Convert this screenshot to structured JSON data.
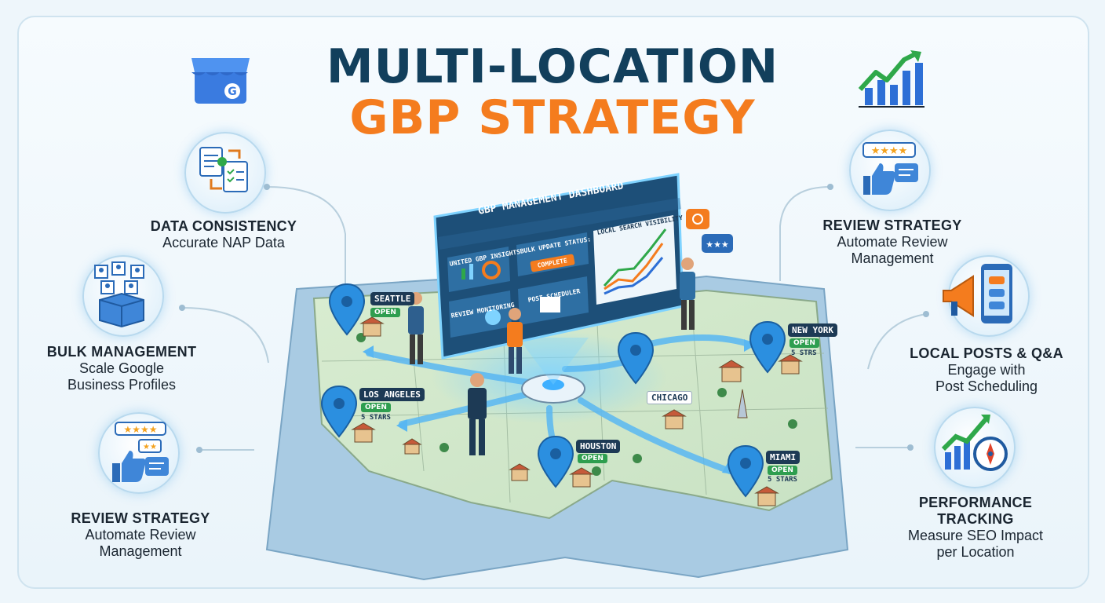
{
  "header": {
    "title_line1": "MULTI-LOCATION",
    "title_line2": "GBP STRATEGY"
  },
  "left_features": [
    {
      "title": "DATA CONSISTENCY",
      "lines": [
        "Accurate NAP Data"
      ]
    },
    {
      "title": "BULK MANAGEMENT",
      "lines": [
        "Scale Google",
        "Business Profiles"
      ]
    },
    {
      "title": "REVIEW STRATEGY",
      "lines": [
        "Automate Review",
        "Management"
      ]
    }
  ],
  "right_features": [
    {
      "title": "REVIEW STRATEGY",
      "lines": [
        "Automate Review",
        "Management"
      ]
    },
    {
      "title": "LOCAL POSTS & Q&A",
      "lines": [
        "Engage with",
        "Post Scheduling"
      ]
    },
    {
      "title": "PERFORMANCE",
      "title2": "TRACKING",
      "lines": [
        "Measure SEO Impact",
        "per Location"
      ]
    }
  ],
  "dashboard": {
    "title": "GBP MANAGEMENT DASHBOARD",
    "insights": "UNITED GBP INSIGHTS",
    "bulk_update": "BULK UPDATE STATUS:",
    "complete": "COMPLETE",
    "visibility": "LOCAL SEARCH VISIBILITY",
    "review_monitoring": "REVIEW MONITORING",
    "post_scheduler": "POST SCHEDULER"
  },
  "locations": [
    {
      "name": "SEATTLE",
      "status": "OPEN",
      "note": ""
    },
    {
      "name": "LOS ANGELES",
      "status": "OPEN",
      "note": "5 STARS"
    },
    {
      "name": "HOUSTON",
      "status": "OPEN",
      "note": ""
    },
    {
      "name": "CHICAGO",
      "status": "",
      "note": ""
    },
    {
      "name": "NEW YORK",
      "status": "OPEN",
      "note": "5 STRS"
    },
    {
      "name": "MIAMI",
      "status": "OPEN",
      "note": "5 STARS"
    }
  ],
  "icons": [
    "gbp-store-icon",
    "growth-chart-icon",
    "documents-sync-icon",
    "bulk-profiles-box-icon",
    "review-thumbs-icon",
    "megaphone-phone-icon",
    "performance-compass-icon",
    "location-pin-icon"
  ],
  "colors": {
    "title_dark": "#123f5c",
    "title_orange": "#f47c1e",
    "accent_blue": "#2b8fe0",
    "open_green": "#2e9e4f"
  }
}
